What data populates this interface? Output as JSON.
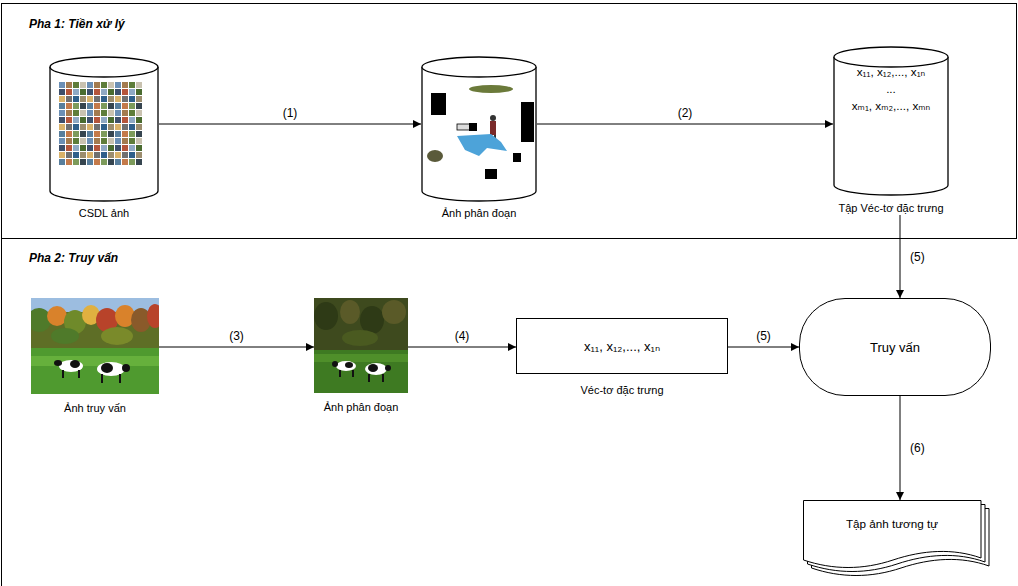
{
  "diagram": {
    "nodes": [
      {
        "text": [
          "Pha 1: Tiền xử lý"
        ]
      },
      {
        "text": [
          "CSDL ảnh"
        ],
        "in": 0
      },
      {
        "text": [
          "Ảnh phân đoạn"
        ],
        "in": 0
      },
      {
        "text": [
          "x₁₁, x₁₂,..., x₁ₙ",
          "...",
          "xₘ₁, xₘ₂,..., xₘₙ",
          "Tập Véc-tơ đặc trưng"
        ],
        "in": 0
      },
      {
        "text": [
          "Pha 2: Truy vấn"
        ]
      },
      {
        "text": [
          "Ảnh truy vấn"
        ],
        "in": 4
      },
      {
        "text": [
          "Ảnh phân đoạn"
        ],
        "in": 4
      },
      {
        "text": [
          "x₁₁, x₁₂,..., x₁ₙ",
          "Véc-tơ đặc trưng"
        ],
        "in": 4
      },
      {
        "text": [
          "Truy vấn"
        ],
        "in": 4
      },
      {
        "text": [
          "Tập ảnh tương tự"
        ],
        "in": 4
      }
    ],
    "edges": [
      {
        "from": 1,
        "to": 2,
        "label": "(1)",
        "arrow": "to"
      },
      {
        "from": 2,
        "to": 3,
        "label": "(2)",
        "arrow": "to"
      },
      {
        "from": 3,
        "to": 8,
        "label": "(5)",
        "arrow": "to"
      },
      {
        "from": 5,
        "to": 6,
        "label": "(3)",
        "arrow": "to"
      },
      {
        "from": 6,
        "to": 7,
        "label": "(4)",
        "arrow": "to"
      },
      {
        "from": 7,
        "to": 8,
        "label": "(5)",
        "arrow": "to"
      },
      {
        "from": 8,
        "to": 9,
        "label": "(6)",
        "arrow": "to"
      }
    ]
  }
}
